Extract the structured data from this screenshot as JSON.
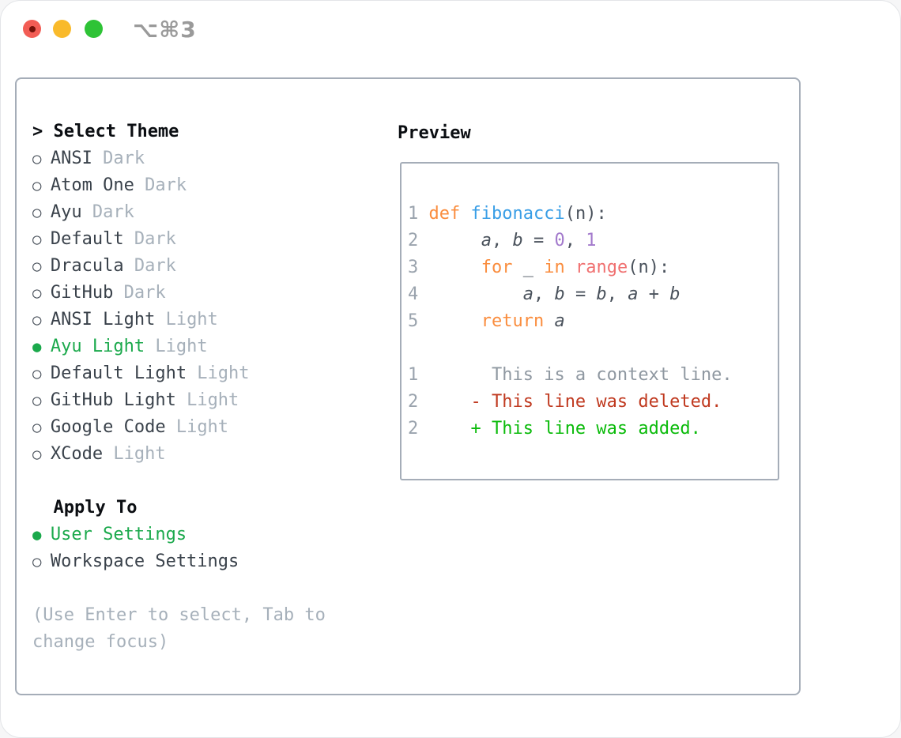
{
  "window": {
    "title": "⌥⌘3",
    "traffic_lights": [
      "close",
      "minimize",
      "zoom"
    ]
  },
  "theme_list": {
    "header": "Select Theme",
    "header_prefix": ">",
    "marker_selected": "●",
    "marker_unselected": "○",
    "items": [
      {
        "name": "ANSI",
        "variant": "Dark",
        "selected": false
      },
      {
        "name": "Atom One",
        "variant": "Dark",
        "selected": false
      },
      {
        "name": "Ayu",
        "variant": "Dark",
        "selected": false
      },
      {
        "name": "Default",
        "variant": "Dark",
        "selected": false
      },
      {
        "name": "Dracula",
        "variant": "Dark",
        "selected": false
      },
      {
        "name": "GitHub",
        "variant": "Dark",
        "selected": false
      },
      {
        "name": "ANSI Light",
        "variant": "Light",
        "selected": false
      },
      {
        "name": "Ayu Light",
        "variant": "Light",
        "selected": true
      },
      {
        "name": "Default Light",
        "variant": "Light",
        "selected": false
      },
      {
        "name": "GitHub Light",
        "variant": "Light",
        "selected": false
      },
      {
        "name": "Google Code",
        "variant": "Light",
        "selected": false
      },
      {
        "name": "XCode",
        "variant": "Light",
        "selected": false
      }
    ]
  },
  "apply_to": {
    "header": "Apply To",
    "options": [
      {
        "label": "User Settings",
        "selected": true
      },
      {
        "label": "Workspace Settings",
        "selected": false
      }
    ]
  },
  "help_lines": [
    "(Use Enter to select, Tab to",
    "change focus)"
  ],
  "preview": {
    "header": "Preview",
    "code_lines": [
      [
        {
          "t": "1 ",
          "c": "ln"
        },
        {
          "t": "def",
          "c": "kw"
        },
        {
          "t": " ",
          "c": "pl"
        },
        {
          "t": "fibonacci",
          "c": "fn"
        },
        {
          "t": "(n):",
          "c": "pl"
        }
      ],
      [
        {
          "t": "2",
          "c": "ln"
        },
        {
          "t": "      ",
          "c": "pl"
        },
        {
          "t": "a",
          "c": "var"
        },
        {
          "t": ", ",
          "c": "pl"
        },
        {
          "t": "b",
          "c": "var"
        },
        {
          "t": " = ",
          "c": "pl"
        },
        {
          "t": "0",
          "c": "num"
        },
        {
          "t": ", ",
          "c": "pl"
        },
        {
          "t": "1",
          "c": "num"
        }
      ],
      [
        {
          "t": "3",
          "c": "ln"
        },
        {
          "t": "      ",
          "c": "pl"
        },
        {
          "t": "for",
          "c": "kw"
        },
        {
          "t": " _ ",
          "c": "pl"
        },
        {
          "t": "in",
          "c": "kw"
        },
        {
          "t": " ",
          "c": "pl"
        },
        {
          "t": "range",
          "c": "call"
        },
        {
          "t": "(n):",
          "c": "pl"
        }
      ],
      [
        {
          "t": "4",
          "c": "ln"
        },
        {
          "t": "          ",
          "c": "pl"
        },
        {
          "t": "a",
          "c": "var"
        },
        {
          "t": ", ",
          "c": "pl"
        },
        {
          "t": "b",
          "c": "var"
        },
        {
          "t": " = ",
          "c": "pl"
        },
        {
          "t": "b",
          "c": "var"
        },
        {
          "t": ", ",
          "c": "pl"
        },
        {
          "t": "a",
          "c": "var"
        },
        {
          "t": " + ",
          "c": "pl"
        },
        {
          "t": "b",
          "c": "var"
        }
      ],
      [
        {
          "t": "5",
          "c": "ln"
        },
        {
          "t": "      ",
          "c": "pl"
        },
        {
          "t": "return",
          "c": "kw"
        },
        {
          "t": " ",
          "c": "pl"
        },
        {
          "t": "a",
          "c": "var"
        }
      ],
      [],
      [
        {
          "t": "1",
          "c": "ln"
        },
        {
          "t": "       ",
          "c": "pl"
        },
        {
          "t": "This is a context line.",
          "c": "ctx"
        }
      ],
      [
        {
          "t": "2",
          "c": "ln"
        },
        {
          "t": "     ",
          "c": "pl"
        },
        {
          "t": "- This line was deleted.",
          "c": "del"
        }
      ],
      [
        {
          "t": "2",
          "c": "ln"
        },
        {
          "t": "     ",
          "c": "pl"
        },
        {
          "t": "+ This line was added.",
          "c": "add"
        }
      ]
    ]
  },
  "colors": {
    "accent_green": "#1ba94c",
    "theme_name": "#3a424b",
    "muted_gray": "#a6b0ba",
    "line_number": "#9aa3ad",
    "code_text": "#4a525c",
    "keyword_orange": "#fa8d3e",
    "function_blue": "#399ee6",
    "call_red": "#f07171",
    "number_purple": "#a37acc",
    "context_gray": "#8f98a1",
    "deleted_red": "#c03a20",
    "added_green": "#0bbb0b",
    "panel_border": "#a5adb8",
    "title_gray": "#9a9a9a",
    "traffic_red": "#f25d55",
    "traffic_yellow": "#f9ba2b",
    "traffic_green": "#2ec336"
  }
}
